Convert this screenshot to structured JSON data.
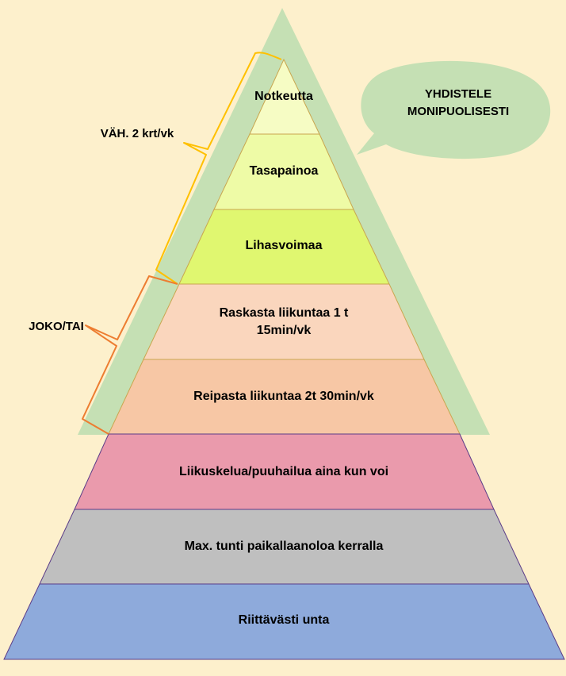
{
  "levels": [
    {
      "id": "notkeutta",
      "label": "Notkeutta",
      "color": "#f6fcc4"
    },
    {
      "id": "tasapainoa",
      "label": "Tasapainoa",
      "color": "#eefba6"
    },
    {
      "id": "lihasvoimaa",
      "label": "Lihasvoimaa",
      "color": "#e0f770"
    },
    {
      "id": "raskasta",
      "label": "Raskasta liikuntaa 1 t\n15min/vk",
      "color": "#fad6bd"
    },
    {
      "id": "reipasta",
      "label": "Reipasta liikuntaa 2t 30min/vk",
      "color": "#f7c7a5"
    },
    {
      "id": "liikuskelua",
      "label": "Liikuskelua/puuhailua aina kun voi",
      "color": "#ea9aac"
    },
    {
      "id": "max-tunti",
      "label": "Max. tunti paikallaanoloa kerralla",
      "color": "#bfbfbf"
    },
    {
      "id": "riittavasti",
      "label": "Riittävästi unta",
      "color": "#8eaadb"
    }
  ],
  "callout": {
    "text": "YHDISTELE\nMONIPUOLISESTI",
    "color": "#c5e0b4"
  },
  "brackets": {
    "upper_label": "VÄH. 2 krt/vk",
    "lower_label": "JOKO/TAI",
    "upper_color": "#ffc000",
    "lower_color": "#ed7d31"
  },
  "colors": {
    "background": "#fdf0cc",
    "green_triangle": "#c5e0b4",
    "upper_outline": "#c9a64f",
    "lower_outline": "#5b3c88"
  }
}
